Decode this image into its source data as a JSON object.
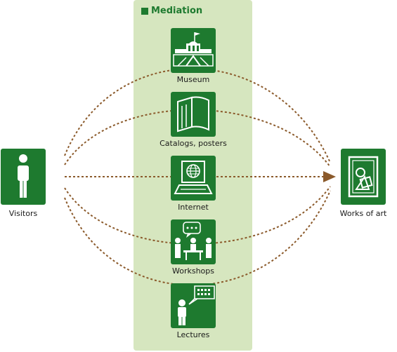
{
  "mediation": {
    "title": "Mediation"
  },
  "visitors": {
    "label": "Visitors",
    "icon": "person-icon"
  },
  "works": {
    "label": "Works of art",
    "icon": "artwork-frame-icon"
  },
  "channels": [
    {
      "label": "Museum",
      "icon": "museum-building-icon"
    },
    {
      "label": "Catalogs, posters",
      "icon": "open-book-icon"
    },
    {
      "label": "Internet",
      "icon": "laptop-globe-icon"
    },
    {
      "label": "Workshops",
      "icon": "group-discussion-icon"
    },
    {
      "label": "Lectures",
      "icon": "lecturer-screen-icon"
    }
  ],
  "colors": {
    "icon_green": "#1e7a2f",
    "panel_green": "#d6e6bf",
    "arrow_brown": "#8b5a2b"
  }
}
